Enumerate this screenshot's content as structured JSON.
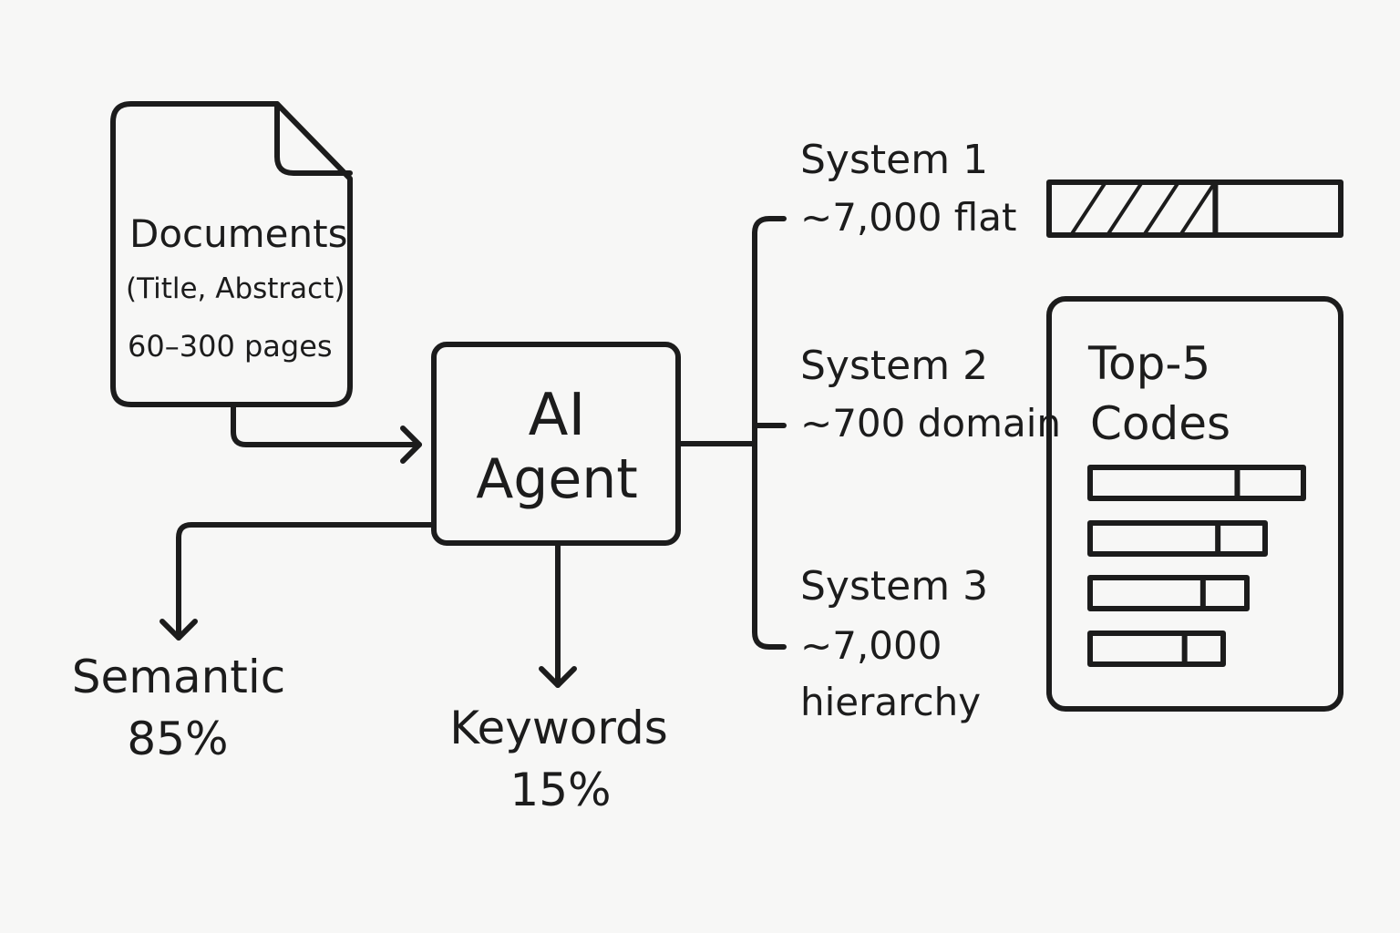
{
  "documents": {
    "title": "Documents",
    "fields": "(Title, Abstract)",
    "pages": "60–300 pages",
    "icon": "document-icon"
  },
  "agent": {
    "line1": "AI",
    "line2": "Agent"
  },
  "systems": [
    {
      "name": "System 1",
      "description": "~7,000 flat"
    },
    {
      "name": "System 2",
      "description": "~700 domain"
    },
    {
      "name": "System 3",
      "description_line1": "~7,000",
      "description_line2": "hierarchy"
    }
  ],
  "system1_bar": {
    "hatched_fraction": 0.57
  },
  "top5": {
    "title_line1": "Top-5",
    "title_line2": "Codes",
    "bars": [
      {
        "score": 0.69
      },
      {
        "score": 0.73
      },
      {
        "score": 0.72
      },
      {
        "score": 0.71
      }
    ]
  },
  "outputs": {
    "semantic": {
      "label": "Semantic",
      "value": "85%"
    },
    "keywords": {
      "label": "Keywords",
      "value": "15%"
    }
  },
  "colors": {
    "ink": "#1c1c1c",
    "background": "#f7f7f6"
  }
}
